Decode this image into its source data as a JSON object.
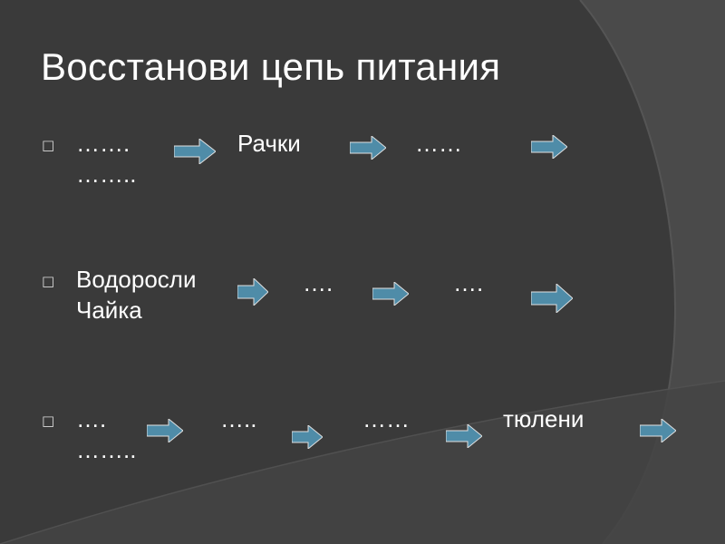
{
  "slide": {
    "title": "Восстанови цепь питания",
    "colors": {
      "background": "#4a4a4a",
      "dark_shape": "#3a3a3a",
      "arrow_fill": "#4f8ca8",
      "text": "#ffffff"
    },
    "bullet_icon": "square-bullet-icon",
    "arrow_icon": "right-arrow-icon",
    "chains": [
      {
        "items": [
          "…….",
          "Рачки",
          "……",
          "…….."
        ]
      },
      {
        "items": [
          "Водоросли",
          "….",
          "….",
          "Чайка"
        ]
      },
      {
        "items": [
          "….",
          "…..",
          "……",
          "тюлени",
          "…….."
        ]
      }
    ]
  }
}
